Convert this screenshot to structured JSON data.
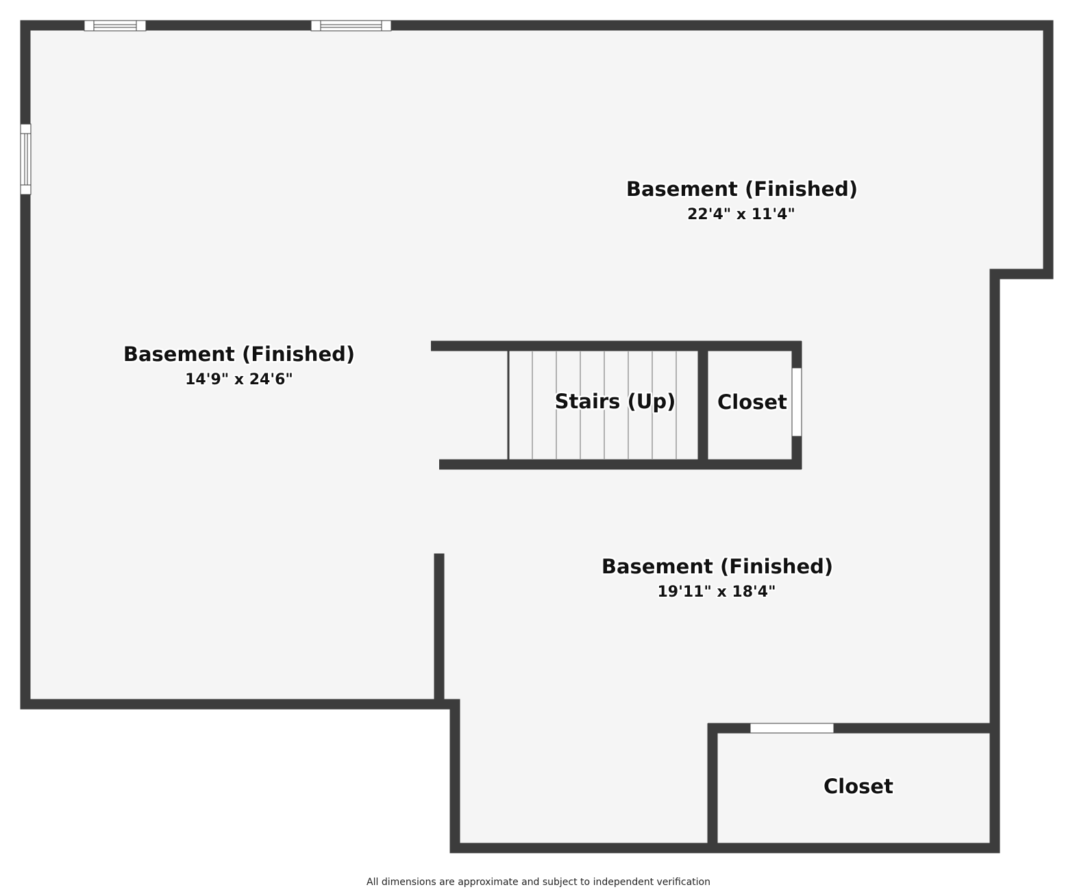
{
  "rooms": [
    {
      "name": "Basement (Finished)",
      "dimensions": "22'4\" x 11'4\""
    },
    {
      "name": "Basement (Finished)",
      "dimensions": "14'9\" x 24'6\""
    },
    {
      "name": "Stairs (Up)"
    },
    {
      "name": "Closet"
    },
    {
      "name": "Basement (Finished)",
      "dimensions": "19'11\" x 18'4\""
    },
    {
      "name": "Closet"
    }
  ],
  "disclaimer": "All dimensions are approximate and subject to independent verification",
  "colors": {
    "wall": "#3c3c3c",
    "floor": "#f5f5f5",
    "background": "#ffffff",
    "window": "#ffffff"
  }
}
